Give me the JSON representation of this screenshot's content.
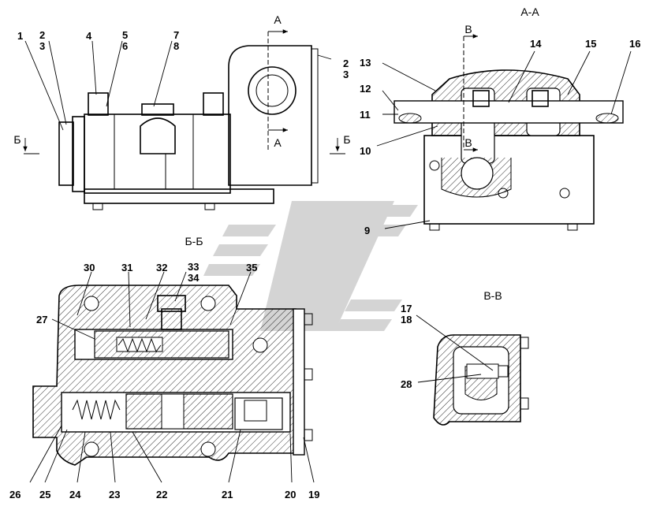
{
  "sections": {
    "aa": "А-А",
    "bb": "Б-Б",
    "vv": "В-В"
  },
  "markers": {
    "a": "А",
    "b": "Б",
    "v": "В"
  },
  "parts": [
    "1",
    "2",
    "3",
    "4",
    "5",
    "6",
    "7",
    "8",
    "2",
    "3",
    "13",
    "12",
    "11",
    "10",
    "14",
    "15",
    "16",
    "9",
    "30",
    "31",
    "32",
    "33",
    "34",
    "35",
    "27",
    "26",
    "25",
    "24",
    "23",
    "22",
    "21",
    "20",
    "19",
    "17",
    "18",
    "28"
  ]
}
